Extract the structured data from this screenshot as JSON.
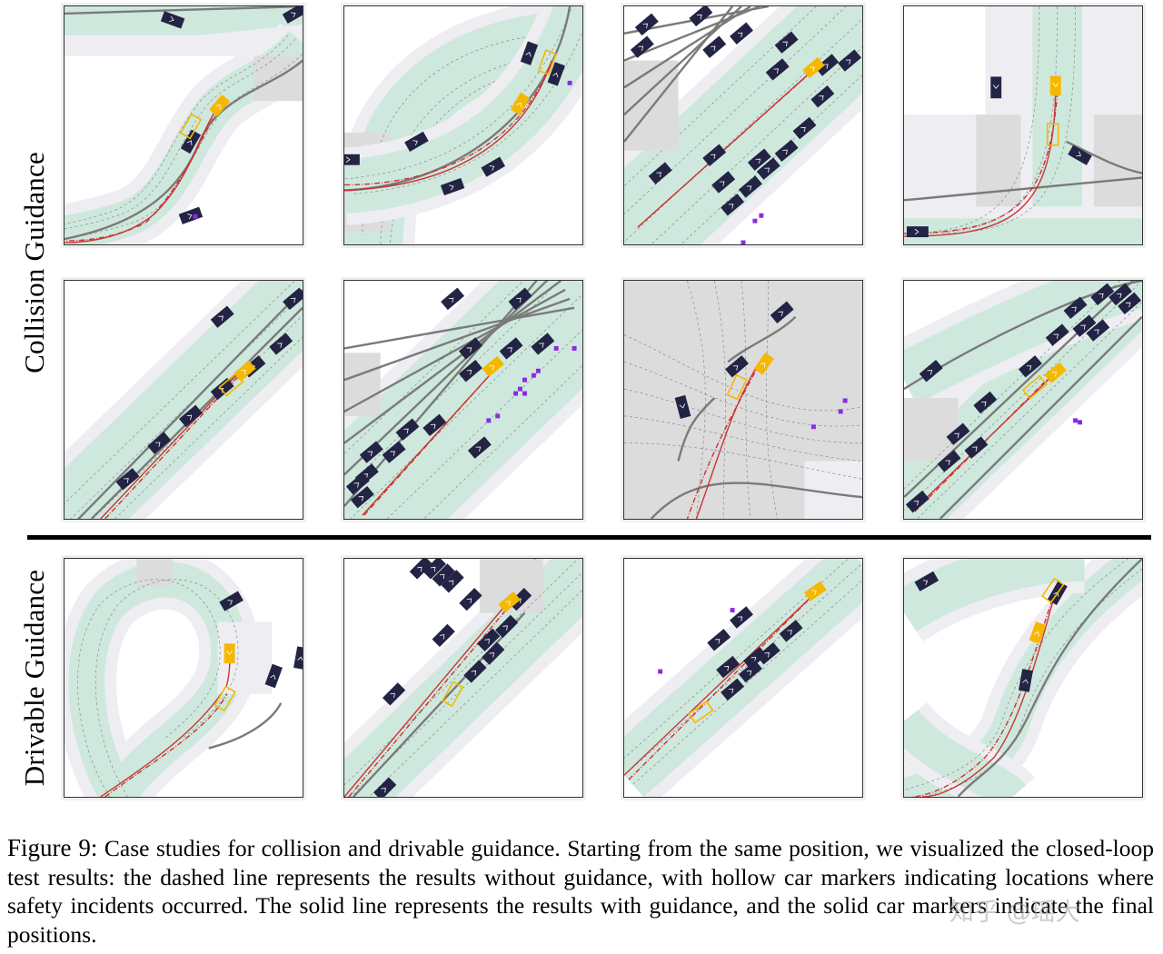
{
  "figure": {
    "row_labels": [
      "Collision Guidance",
      "Drivable Guidance"
    ],
    "caption_label": "Figure 9:",
    "caption_text": "Case studies for collision and drivable guidance. Starting from the same position, we visualized the closed-loop test results: the dashed line represents the results without guidance, with hollow car markers indicating locations where safety incidents occurred. The solid line represents the results with guidance, and the solid car markers indicate the final positions.",
    "watermark": "知乎 @瑶大"
  },
  "colors": {
    "road": "#cfe8dd",
    "intersection": "#dcdcdc",
    "sidewalk": "#eeeef2",
    "agent": "#232344",
    "ego": "#f5b800",
    "trajectory": "#cc3333",
    "pedestrian": "#8a2be2",
    "route": "#7a7a7a"
  },
  "panels": [
    {
      "id": "c1",
      "shape": "curve"
    },
    {
      "id": "c2",
      "shape": "arc"
    },
    {
      "id": "c3",
      "shape": "diag"
    },
    {
      "id": "c4",
      "shape": "tee"
    },
    {
      "id": "c5",
      "shape": "diag"
    },
    {
      "id": "c6",
      "shape": "diag"
    },
    {
      "id": "c7",
      "shape": "cross"
    },
    {
      "id": "c8",
      "shape": "diag"
    },
    {
      "id": "d1",
      "shape": "loop"
    },
    {
      "id": "d2",
      "shape": "diag"
    },
    {
      "id": "d3",
      "shape": "diag"
    },
    {
      "id": "d4",
      "shape": "scurve"
    }
  ]
}
